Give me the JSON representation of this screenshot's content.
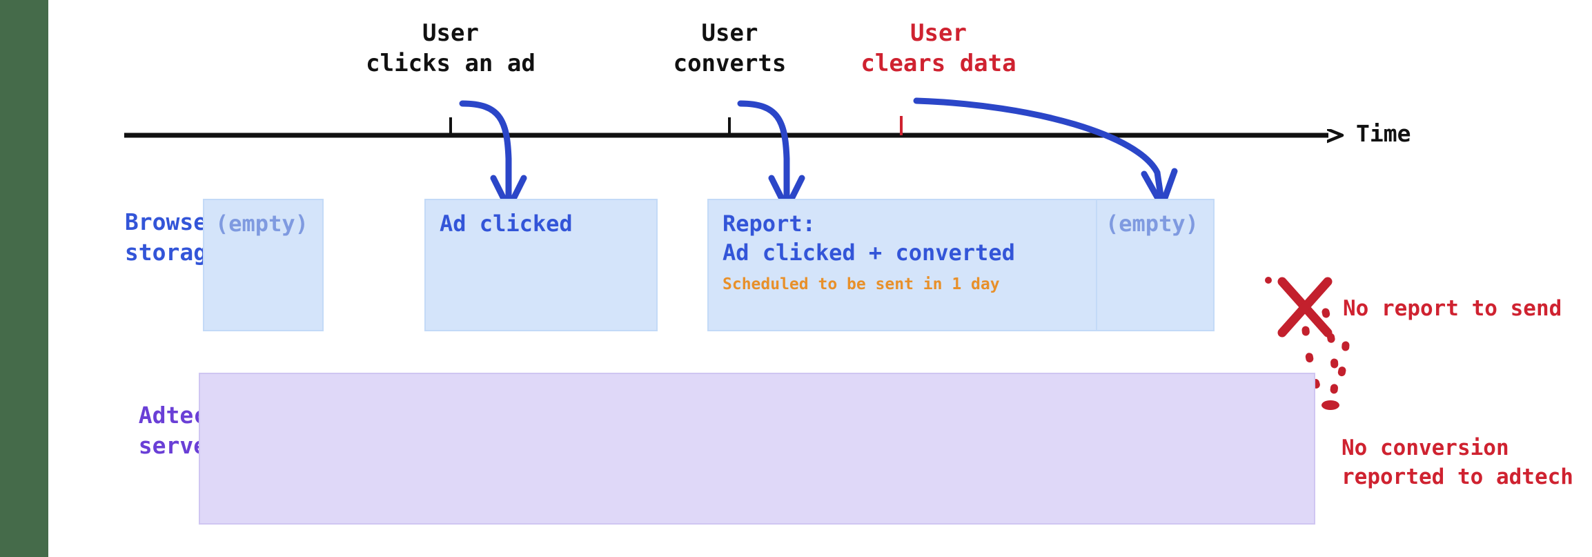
{
  "diagram": {
    "title_axis": "Time",
    "rows": [
      {
        "name": "browser-storage",
        "label": "Browser\nstorage",
        "color": "#3355d8"
      },
      {
        "name": "adtech-server",
        "label": "Adtech\nserver",
        "color": "#6a3fd6"
      }
    ],
    "timeline": {
      "axis_label": "Time",
      "events": [
        {
          "id": "click",
          "label": "User\nclicks an ad",
          "color": "#111111",
          "tick_color": "#111111"
        },
        {
          "id": "convert",
          "label": "User\nconverts",
          "color": "#111111",
          "tick_color": "#111111"
        },
        {
          "id": "clear",
          "label": "User\nclears data",
          "color": "#cf2230",
          "tick_color": "#cf2230"
        }
      ]
    },
    "storage_states": [
      {
        "id": "state-initial",
        "line1": "(empty)",
        "line2": "",
        "note": "",
        "muted": true
      },
      {
        "id": "state-clicked",
        "line1": "Ad clicked",
        "line2": "",
        "note": "",
        "muted": false
      },
      {
        "id": "state-report",
        "line1": "Report:",
        "line2": "Ad clicked + converted",
        "note": "Scheduled to be sent in 1 day",
        "muted": false
      },
      {
        "id": "state-cleared",
        "line1": "(empty)",
        "line2": "",
        "note": "",
        "muted": true
      }
    ],
    "annotations": [
      {
        "id": "no-report",
        "text": "No report to send",
        "color": "#cf2230"
      },
      {
        "id": "no-conversion",
        "text": "No conversion\nreported to adtech",
        "color": "#cf2230"
      }
    ],
    "colors": {
      "sidebar_green": "#456b4a",
      "storage_fill": "#d4e4fa",
      "storage_border": "#c3daf7",
      "server_fill": "#dfd8f8",
      "server_border": "#cfc6f2",
      "arrow_blue": "#2b46c8",
      "red": "#cf2230",
      "orange": "#e8902a",
      "axis_black": "#111111"
    }
  }
}
